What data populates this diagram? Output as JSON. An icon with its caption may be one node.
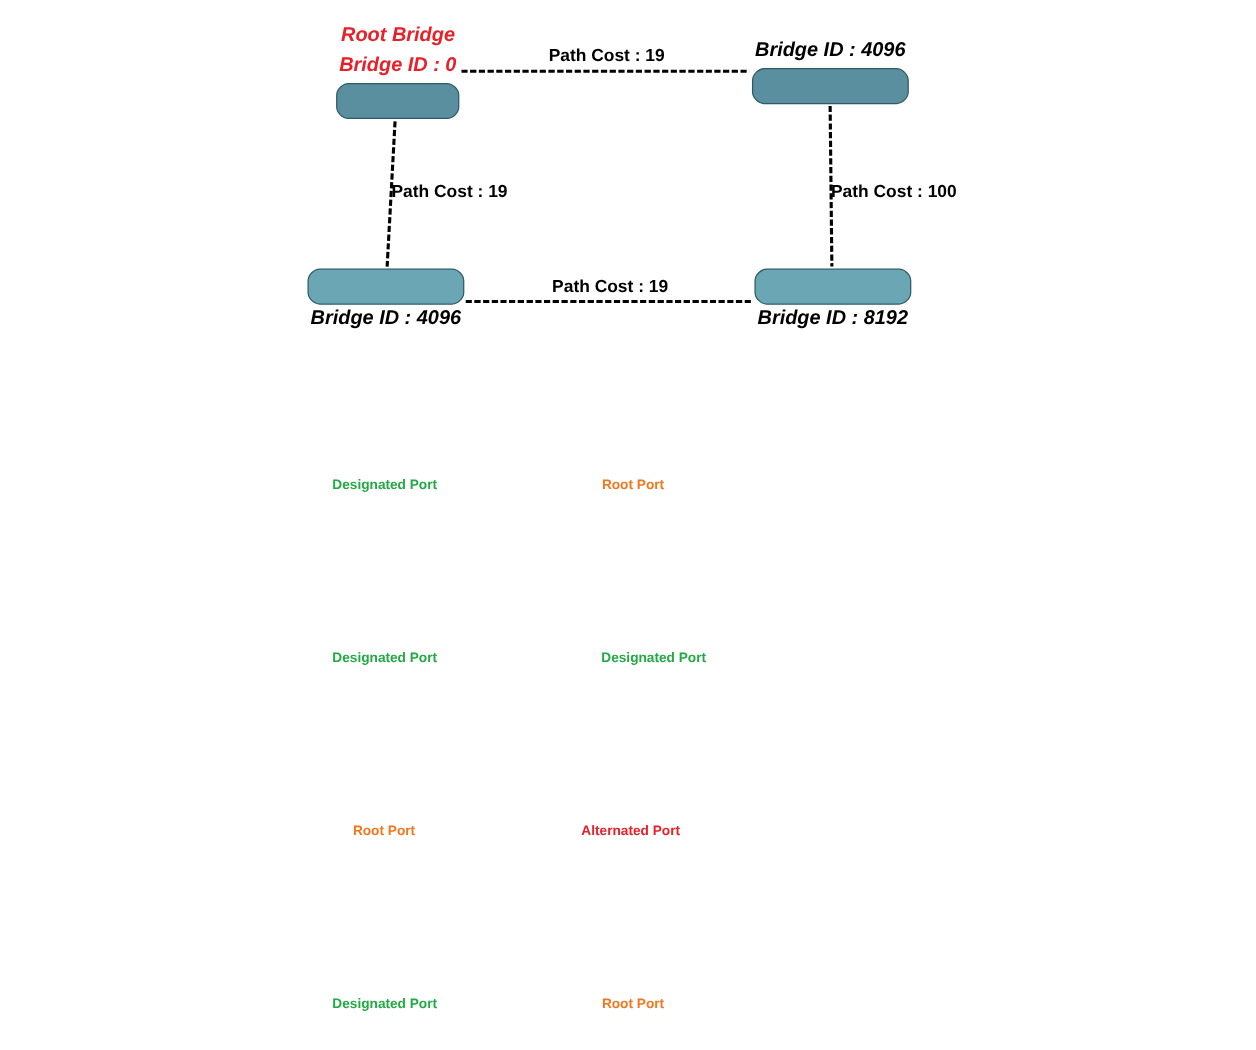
{
  "diagram": {
    "nodes": [
      {
        "text": [],
        "shape": "box",
        "beside": [
          "Root Bridge",
          "Bridge ID : 0"
        ]
      },
      {
        "text": [],
        "shape": "box",
        "beside": [
          "Bridge ID : 4096"
        ]
      },
      {
        "text": [],
        "shape": "box",
        "beside": [
          "Bridge ID : 4096"
        ]
      },
      {
        "text": [],
        "shape": "box",
        "beside": [
          "Bridge ID : 8192"
        ]
      }
    ],
    "edges": [
      {
        "from": 0,
        "to": 1,
        "arrow": "none",
        "style": "dashed",
        "label": "Path Cost : 19"
      },
      {
        "from": 0,
        "to": 2,
        "arrow": "none",
        "style": "dashed",
        "label": "Path Cost : 19"
      },
      {
        "from": 1,
        "to": 3,
        "arrow": "none",
        "style": "dashed",
        "label": "Path Cost : 100"
      },
      {
        "from": 2,
        "to": 3,
        "arrow": "none",
        "style": "dashed",
        "label": "Path Cost : 19"
      }
    ],
    "labels": [
      "Designated Port",
      "Root Port",
      "Designated Port",
      "Designated Port",
      "Root Port",
      "Alternated Port",
      "Designated Port",
      "Root Port"
    ]
  }
}
